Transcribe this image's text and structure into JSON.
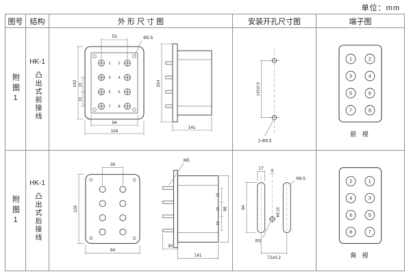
{
  "unit_label": "单位：mm",
  "headers": {
    "fig_no": "图号",
    "structure": "结构",
    "outline": "外 形 尺 寸 图",
    "mounting": "安装开孔尺寸图",
    "terminal": "端子图"
  },
  "rows": [
    {
      "fig_no": "附图1",
      "model": "HK-1",
      "desc": "凸出式前接线",
      "outline": {
        "dim_53": "53",
        "dim_phi55": "Φ5.5",
        "dim_142": "142",
        "dim_19a": "19",
        "dim_19b": "19",
        "dim_94": "94",
        "dim_116": "116",
        "dim_154": "154",
        "dim_141": "141"
      },
      "mounting": {
        "dim_142": "142±0.8",
        "holes": "2-Φ5.5"
      },
      "terminal": {
        "left": [
          "1",
          "3",
          "5",
          "7"
        ],
        "right": [
          "2",
          "4",
          "6",
          "8"
        ],
        "label": "前 视"
      }
    },
    {
      "fig_no": "附图1",
      "model": "HK-1",
      "desc": "凸出式后接线",
      "outline": {
        "dim_36": "36",
        "dim_m5": "M5",
        "dim_128": "128",
        "dim_98": "98",
        "dim_19a": "19",
        "dim_19b": "19",
        "dim_19c": "19",
        "dim_94": "94",
        "dim_30": "30",
        "dim_141": "141"
      },
      "mounting": {
        "dim_17": "17",
        "dim_6": "6",
        "dim_r85": "R8.5",
        "dim_94": "94",
        "dim_phi": "Φ8.10",
        "dim_r3": "R3",
        "dim_72": "72±0.2"
      },
      "terminal": {
        "left": [
          "2",
          "4",
          "6",
          "8"
        ],
        "right": [
          "1",
          "3",
          "5",
          "7"
        ],
        "label": "背 视"
      }
    }
  ]
}
